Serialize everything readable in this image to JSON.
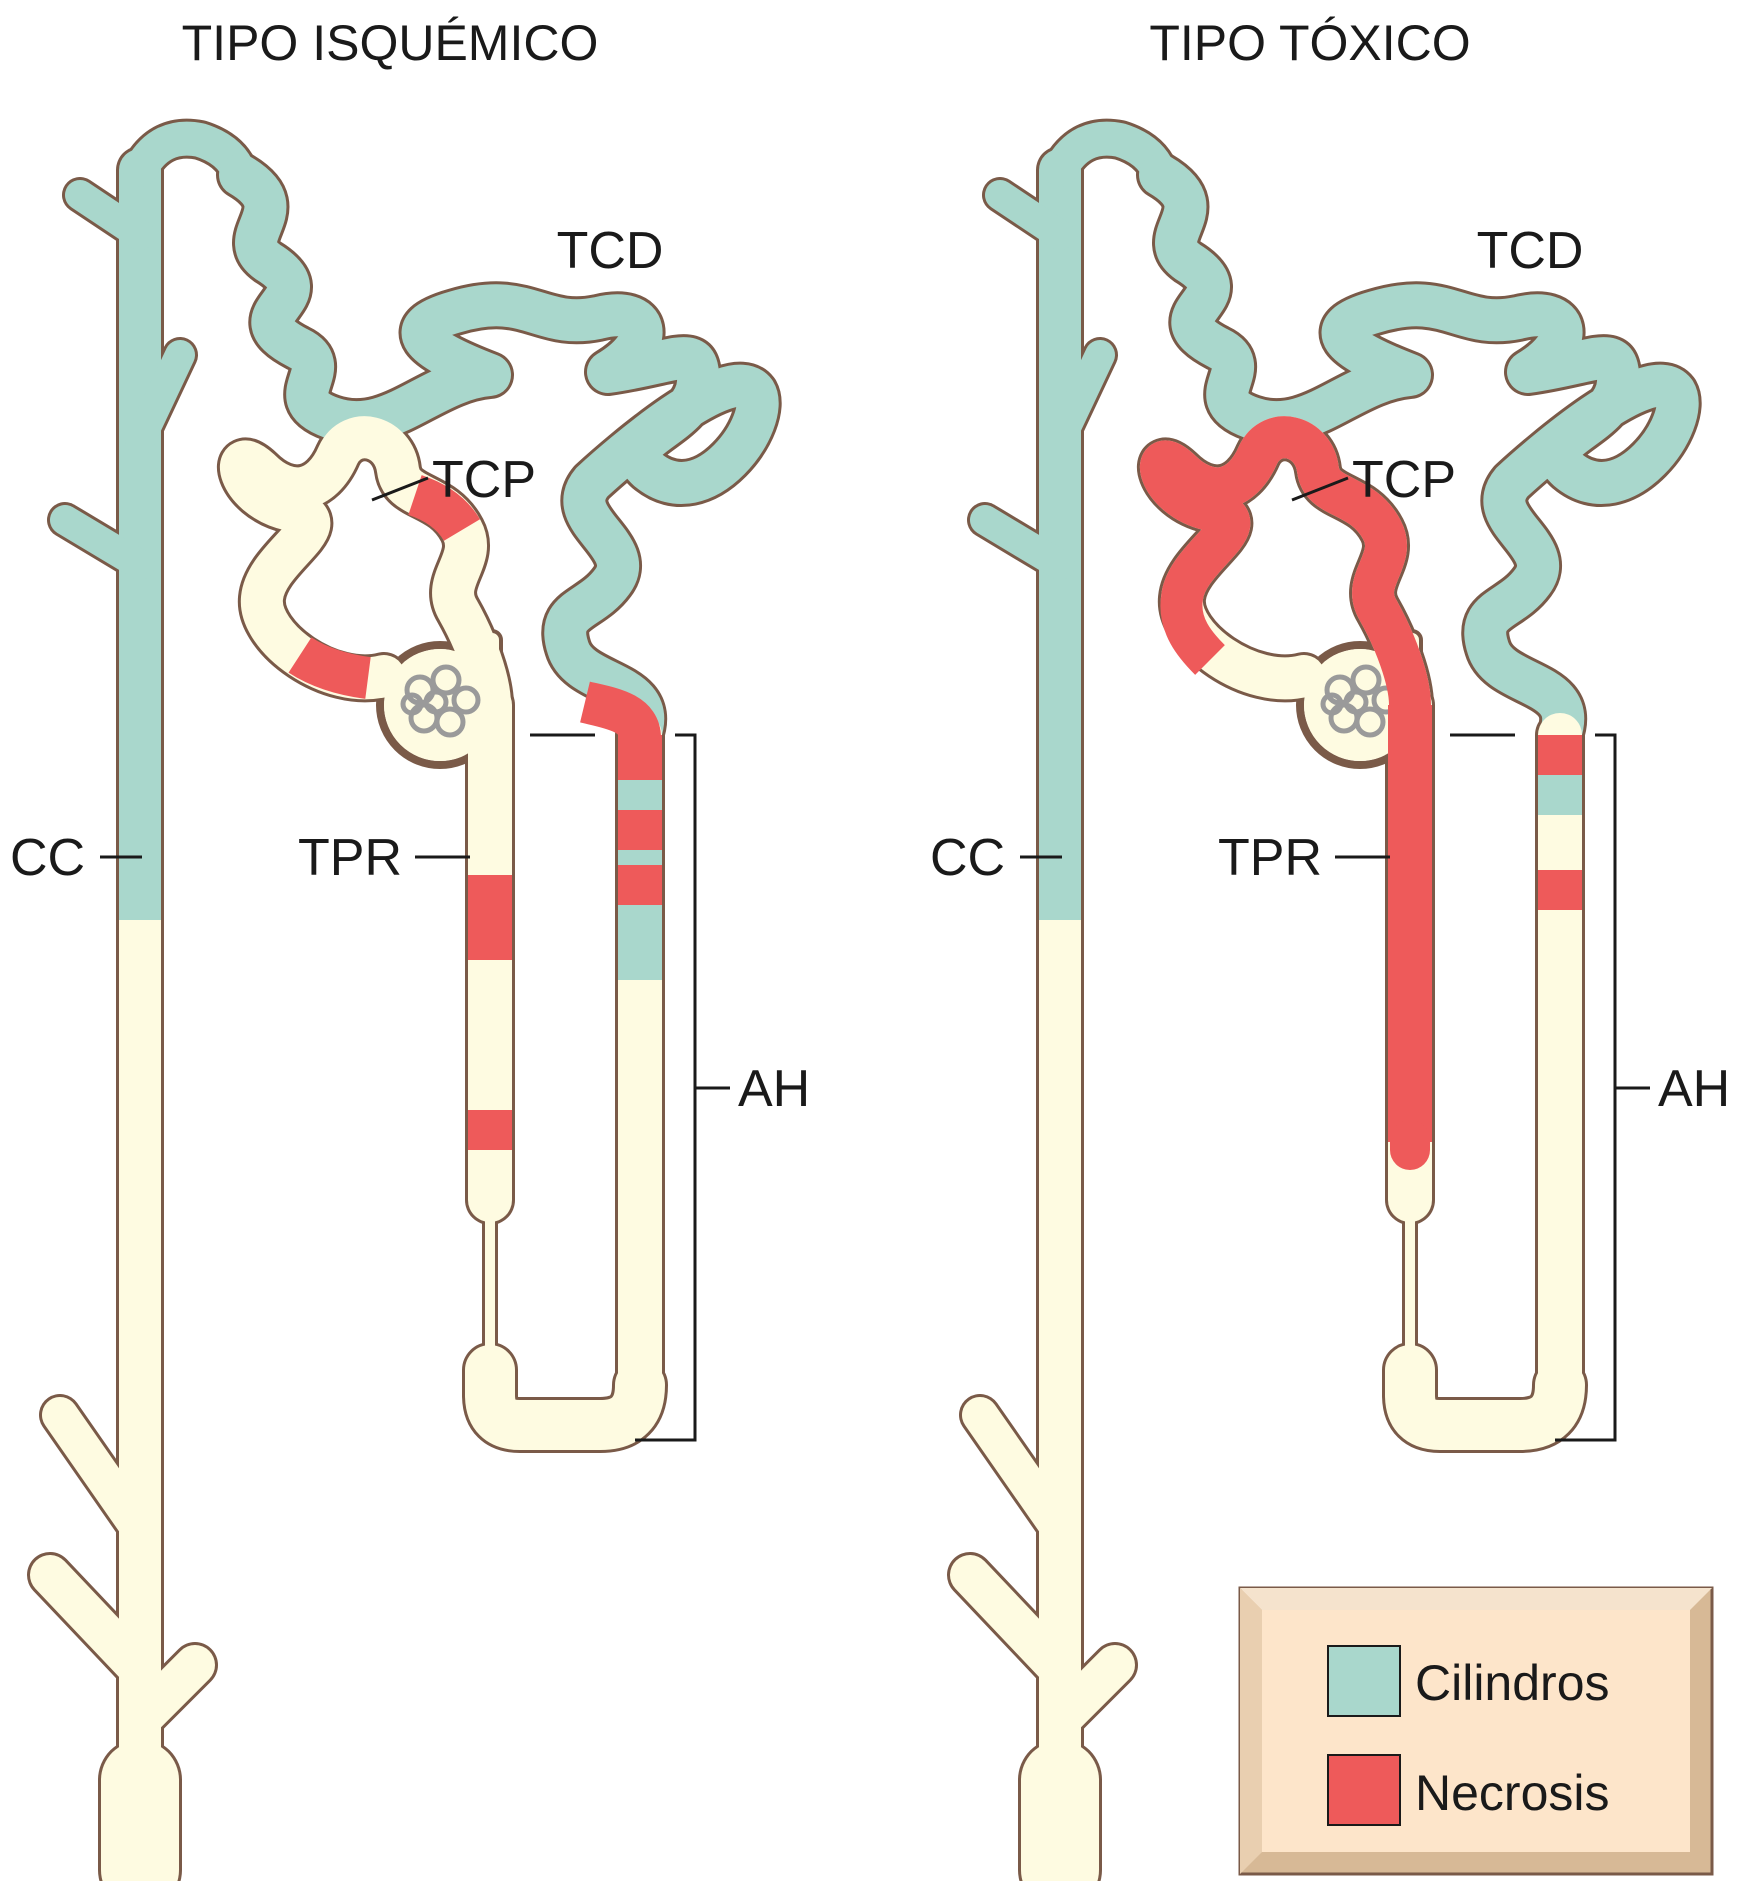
{
  "colors": {
    "cylinders": "#a9d7cc",
    "necrosis": "#ee5a5a",
    "normal": "#fefbe1",
    "outline": "#7a5a48",
    "glomerulus": "#c8c8c8"
  },
  "panels": [
    {
      "id": "ischemic",
      "title": "TIPO ISQUÉMICO",
      "labels": {
        "tcd": "TCD",
        "tcp": "TCP",
        "cc": "CC",
        "tpr": "TPR",
        "ah": "AH"
      }
    },
    {
      "id": "toxic",
      "title": "TIPO TÓXICO",
      "labels": {
        "tcd": "TCD",
        "tcp": "TCP",
        "cc": "CC",
        "tpr": "TPR",
        "ah": "AH"
      }
    }
  ],
  "legend": {
    "items": [
      {
        "label": "Cilindros",
        "color": "#a9d7cc"
      },
      {
        "label": "Necrosis",
        "color": "#ee5a5a"
      }
    ]
  }
}
